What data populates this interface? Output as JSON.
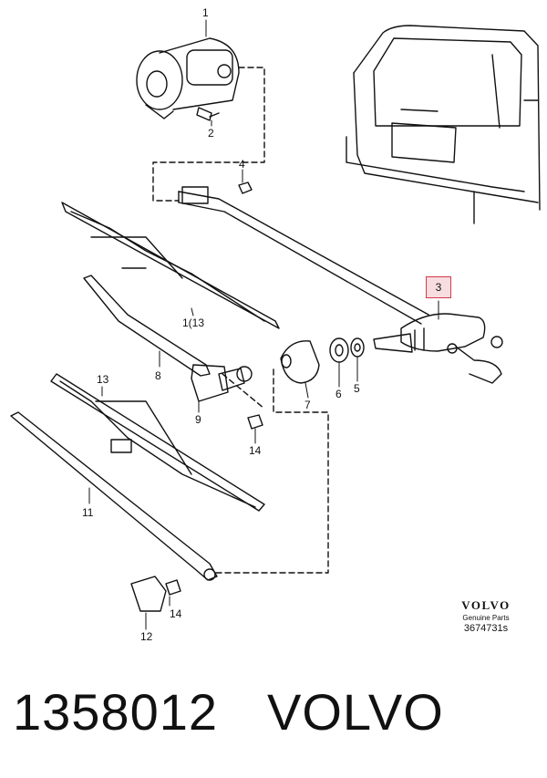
{
  "diagram": {
    "labels": {
      "p1": "1",
      "p2": "2",
      "p3": "3",
      "p4": "4",
      "p5": "5",
      "p6": "6",
      "p7": "7",
      "p8": "8",
      "p9": "9",
      "p10": "1(13",
      "p11": "11",
      "p12": "12",
      "p13": "13",
      "p14a": "14",
      "p14b": "14"
    },
    "highlight_color": "#d23b4a"
  },
  "brand_block": {
    "logo": "VOLVO",
    "subtitle": "Genuine Parts",
    "diagram_number": "3674731s"
  },
  "footer": {
    "part_number": "1358012",
    "brand": "VOLVO"
  }
}
